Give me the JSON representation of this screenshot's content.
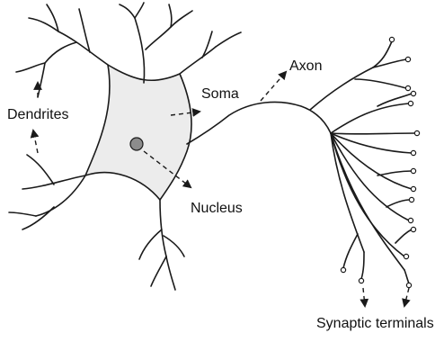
{
  "labels": {
    "dendrites": "Dendrites",
    "soma": "Soma",
    "axon": "Axon",
    "nucleus": "Nucleus",
    "synaptic_terminals": "Synaptic terminals"
  },
  "colors": {
    "soma_fill": "#ececec",
    "nucleus_fill": "#8c8c8c",
    "stroke": "#1a1a1a"
  }
}
